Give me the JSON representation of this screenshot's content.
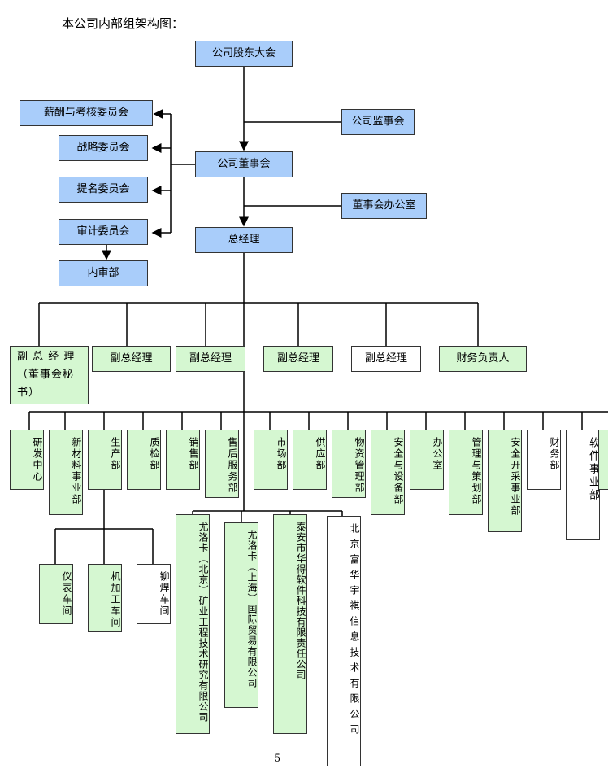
{
  "caption": "本公司内部组架构图：",
  "page_number": "5",
  "top": {
    "shareholders": "公司股东大会",
    "supervisory_board": "公司监事会",
    "board": "公司董事会",
    "board_office": "董事会办公室",
    "general_manager": "总经理"
  },
  "committees": {
    "compensation": "薪酬与考核委员会",
    "strategy": "战略委员会",
    "nomination": "提名委员会",
    "audit": "审计委员会",
    "internal_audit": "内审部"
  },
  "vice_managers": [
    "副 总 经 理 （董事会秘书）",
    "副总经理",
    "副总经理",
    "副总经理",
    "副总经理",
    "财务负责人"
  ],
  "departments": [
    "研发中心",
    "新材料事业部",
    "生产部",
    "质检部",
    "销售部",
    "售后服务部",
    "市场部",
    "供应部",
    "物资管理部",
    "安全与设备部",
    "办公室",
    "管理与策划部",
    "安全开采事业部",
    "财务部",
    "软件事业部"
  ],
  "workshops": [
    "仪表车间",
    "机加工车间",
    "铆焊车间"
  ],
  "subsidiaries": [
    "尤洛卡（北京）矿业工程技术研究有限公司",
    "尤洛卡（上海）国际贸易有限公司",
    "泰安市华得软件科技有限责任公司",
    "北京富华宇祺信息技术有限公司"
  ],
  "colors": {
    "blue": "#a9cdfa",
    "green": "#d5f7d1",
    "white": "#ffffff"
  }
}
